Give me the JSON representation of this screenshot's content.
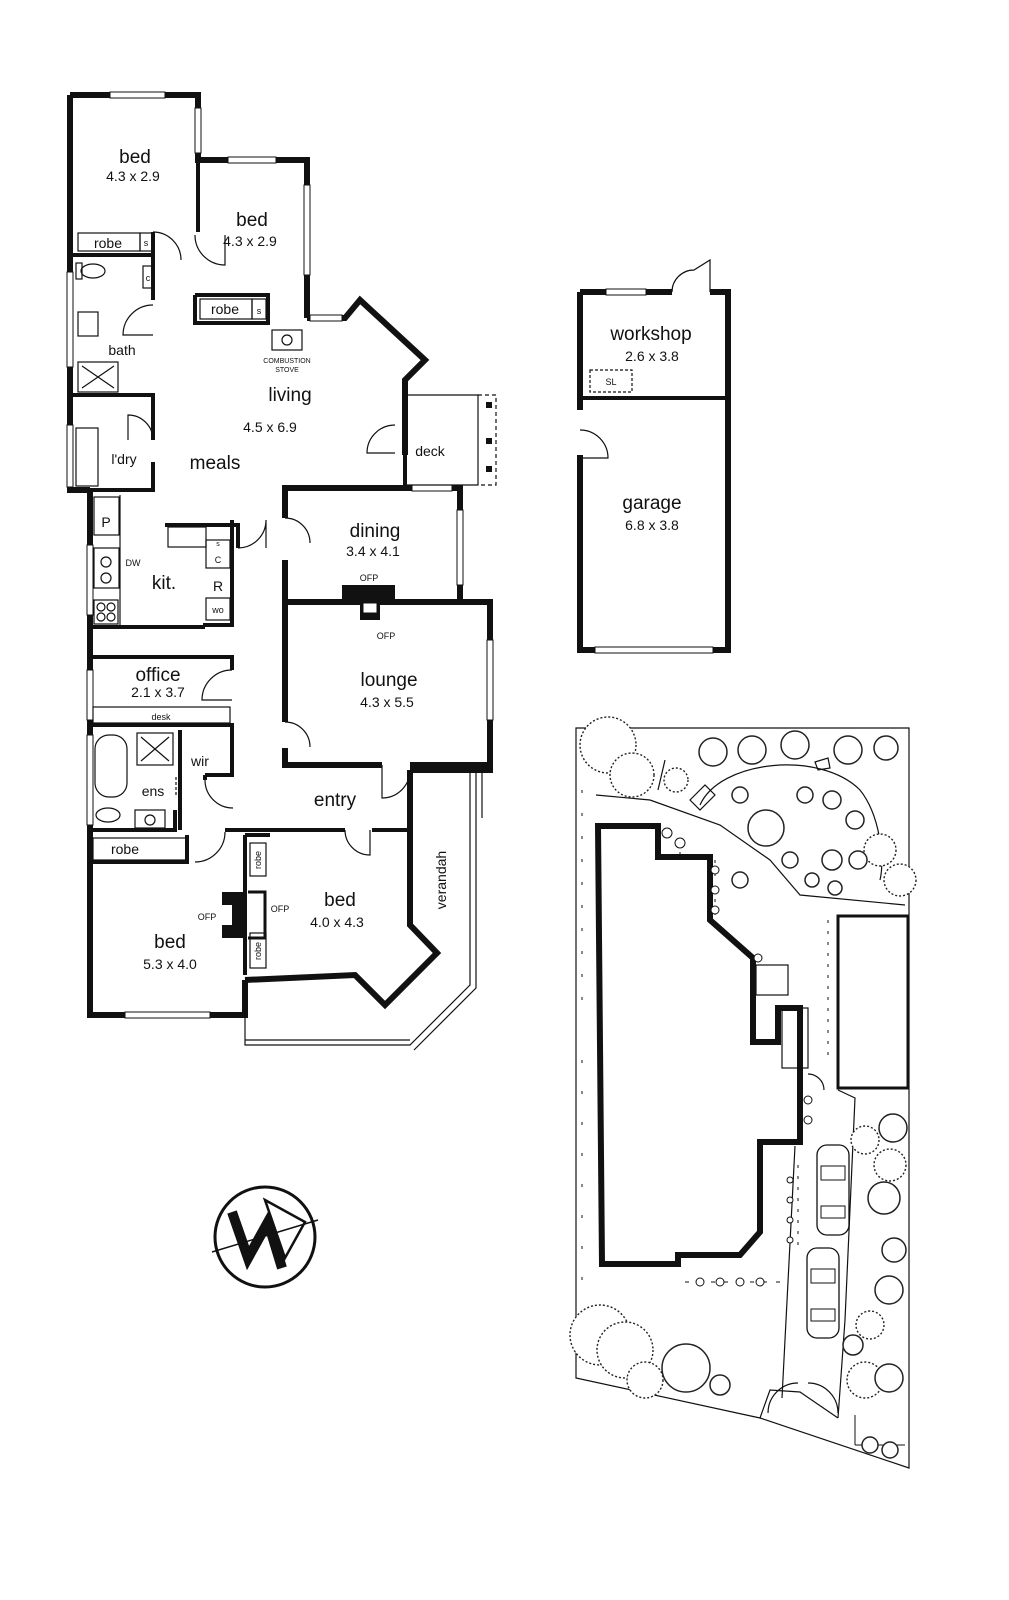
{
  "rooms": {
    "bed1": {
      "name": "bed",
      "size": "4.3 x 2.9"
    },
    "bed2": {
      "name": "bed",
      "size": "4.3 x 2.9"
    },
    "robe1": "robe",
    "robe2": "robe",
    "s1": "s",
    "s2": "s",
    "c1": "c",
    "bath": "bath",
    "laundry": "l'dry",
    "living": {
      "name": "living",
      "size": "4.5 x 6.9"
    },
    "stove": [
      "COMBUSTION",
      "STOVE"
    ],
    "meals": "meals",
    "deck": "deck",
    "kitchen": {
      "name": "kit.",
      "pantry": "P",
      "dw": "DW",
      "s": "s",
      "c": "C",
      "r": "R",
      "wo": "wo"
    },
    "dining": {
      "name": "dining",
      "size": "3.4 x 4.1",
      "ofp": "OFP"
    },
    "lounge": {
      "name": "lounge",
      "size": "4.3 x 5.5",
      "ofp": "OFP"
    },
    "office": {
      "name": "office",
      "size": "2.1 x 3.7",
      "desk": "desk"
    },
    "ensuite": "ens",
    "wir": "wir",
    "entry": "entry",
    "verandah": "verandah",
    "robe3": "robe",
    "robe4": "robe",
    "robe5": "robe",
    "bed3": {
      "name": "bed",
      "size": "5.3 x 4.0",
      "ofp": "OFP"
    },
    "bed4": {
      "name": "bed",
      "size": "4.0 x 4.3",
      "ofp": "OFP"
    },
    "workshop": {
      "name": "workshop",
      "size": "2.6 x 3.8",
      "sl": "SL"
    },
    "garage": {
      "name": "garage",
      "size": "6.8 x 3.8"
    }
  },
  "compass": "N",
  "colors": {
    "walls": "#111111",
    "background": "#ffffff"
  }
}
